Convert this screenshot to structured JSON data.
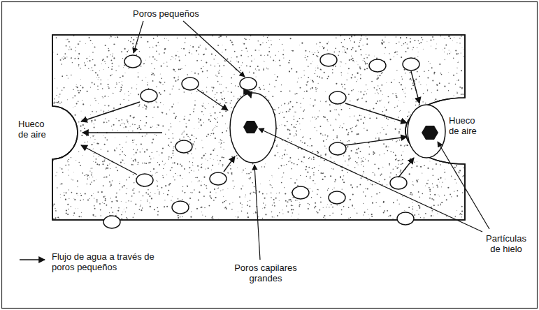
{
  "diagram": {
    "labels": [
      "Poros pequeños",
      "Hueco de aire",
      "Hueco de aire",
      "Partículas de hielo",
      "Poros capilares grandes"
    ],
    "legend": [
      {
        "text": "Flujo de agua a través de poros pequeños"
      }
    ]
  }
}
